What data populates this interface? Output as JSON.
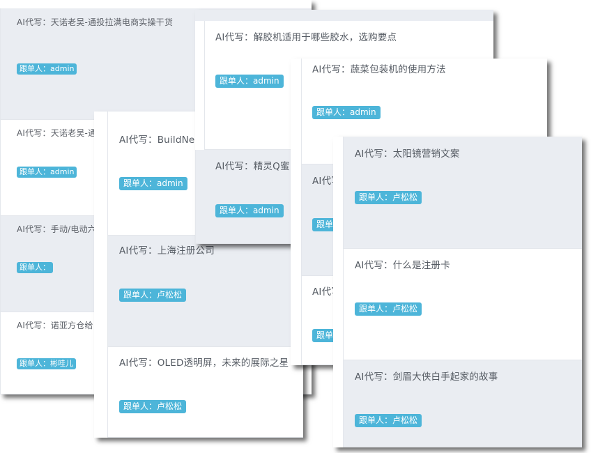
{
  "panels": {
    "p1": {
      "cards": [
        {
          "title": "AI代写：天诺老吴-通投拉满电商实操干货",
          "badge": "跟单人：admin"
        },
        {
          "title": "AI代写：天诺老吴-通",
          "badge": "跟单人：admin"
        },
        {
          "title": "AI代写：手动/电动六",
          "badge": "跟单人："
        },
        {
          "title": "AI代写：诺亚方仓给",
          "badge": "跟单人：彬哇儿"
        }
      ]
    },
    "p2": {
      "cards": [
        {
          "title": "AI代写：BuildNe",
          "badge": "跟单人：admin"
        },
        {
          "title": "AI代写：上海注册公司",
          "badge": "跟单人：卢松松"
        },
        {
          "title": "AI代写：OLED透明屏，未来的展际之星",
          "badge": "跟单人：卢松松"
        }
      ]
    },
    "p3": {
      "cards": [
        {
          "title": "AI代写：解胶机适用于哪些胶水，选购要点",
          "badge": "跟单人：admin"
        },
        {
          "title": "AI代写：精灵Q蜜",
          "badge": "跟单人：admin"
        }
      ]
    },
    "p4": {
      "cards": [
        {
          "title": "AI代写：蔬菜包装机的使用方法",
          "badge": "跟单人：admin"
        },
        {
          "title": "AI代写",
          "badge": "跟单"
        },
        {
          "title": "AI代写",
          "badge": "跟单"
        }
      ]
    },
    "p5": {
      "cards": [
        {
          "title": "AI代写：太阳镜营销文案",
          "badge": "跟单人：卢松松"
        },
        {
          "title": "AI代写：什么是注册卡",
          "badge": "跟单人：卢松松"
        },
        {
          "title": "AI代写：剑眉大侠白手起家的故事",
          "badge": "跟单人：卢松松"
        }
      ]
    }
  }
}
